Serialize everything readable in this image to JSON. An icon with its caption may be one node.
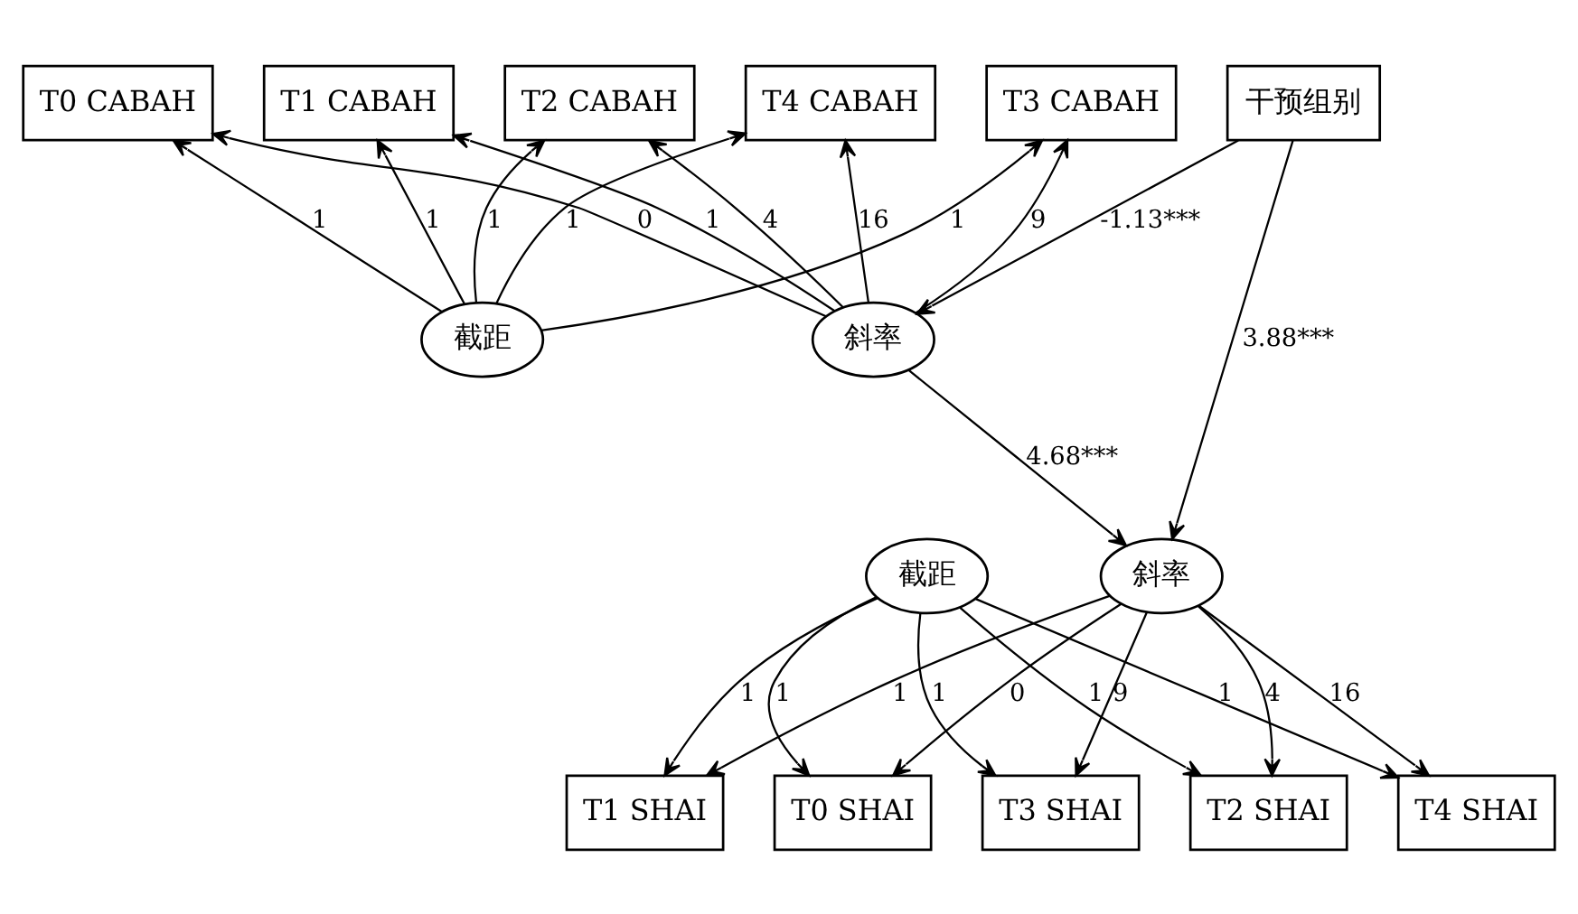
{
  "diagram": {
    "nodes": [
      {
        "text": [
          "T0 CABAH"
        ]
      },
      {
        "text": [
          "T1 CABAH"
        ]
      },
      {
        "text": [
          "T2 CABAH"
        ]
      },
      {
        "text": [
          "T3 CABAH"
        ]
      },
      {
        "text": [
          "T4 CABAH"
        ]
      },
      {
        "text": [
          "截距"
        ]
      },
      {
        "text": [
          "斜率"
        ]
      },
      {
        "text": [
          "截距"
        ]
      },
      {
        "text": [
          "斜率"
        ]
      },
      {
        "text": [
          "干预组别"
        ]
      },
      {
        "text": [
          "T0 SHAI"
        ]
      },
      {
        "text": [
          "T1 SHAI"
        ]
      },
      {
        "text": [
          "T2 SHAI"
        ]
      },
      {
        "text": [
          "T3 SHAI"
        ]
      },
      {
        "text": [
          "T4 SHAI"
        ]
      }
    ],
    "edges": [
      {
        "from": 5,
        "to": 0,
        "arrow": "to",
        "label": "1"
      },
      {
        "from": 5,
        "to": 1,
        "arrow": "to",
        "label": "1"
      },
      {
        "from": 5,
        "to": 2,
        "arrow": "to",
        "label": "1"
      },
      {
        "from": 5,
        "to": 3,
        "arrow": "to",
        "label": "1"
      },
      {
        "from": 5,
        "to": 4,
        "arrow": "to",
        "label": "1"
      },
      {
        "from": 6,
        "to": 0,
        "arrow": "to",
        "label": "0"
      },
      {
        "from": 6,
        "to": 1,
        "arrow": "to",
        "label": "1"
      },
      {
        "from": 6,
        "to": 2,
        "arrow": "to",
        "label": "4"
      },
      {
        "from": 6,
        "to": 3,
        "arrow": "to",
        "label": "9"
      },
      {
        "from": 6,
        "to": 4,
        "arrow": "to",
        "label": "16"
      },
      {
        "from": 9,
        "to": 6,
        "arrow": "to",
        "label": "-1.13***"
      },
      {
        "from": 6,
        "to": 8,
        "arrow": "to",
        "label": "4.68***"
      },
      {
        "from": 9,
        "to": 8,
        "arrow": "to",
        "label": "3.88***"
      },
      {
        "from": 7,
        "to": 10,
        "arrow": "to",
        "label": "1"
      },
      {
        "from": 7,
        "to": 11,
        "arrow": "to",
        "label": "1"
      },
      {
        "from": 7,
        "to": 12,
        "arrow": "to",
        "label": "1"
      },
      {
        "from": 7,
        "to": 13,
        "arrow": "to",
        "label": "1"
      },
      {
        "from": 7,
        "to": 14,
        "arrow": "to",
        "label": "1"
      },
      {
        "from": 8,
        "to": 10,
        "arrow": "to",
        "label": "0"
      },
      {
        "from": 8,
        "to": 11,
        "arrow": "to",
        "label": "1"
      },
      {
        "from": 8,
        "to": 12,
        "arrow": "to",
        "label": "4"
      },
      {
        "from": 8,
        "to": 13,
        "arrow": "to",
        "label": "9"
      },
      {
        "from": 8,
        "to": 14,
        "arrow": "to",
        "label": "16"
      }
    ]
  }
}
